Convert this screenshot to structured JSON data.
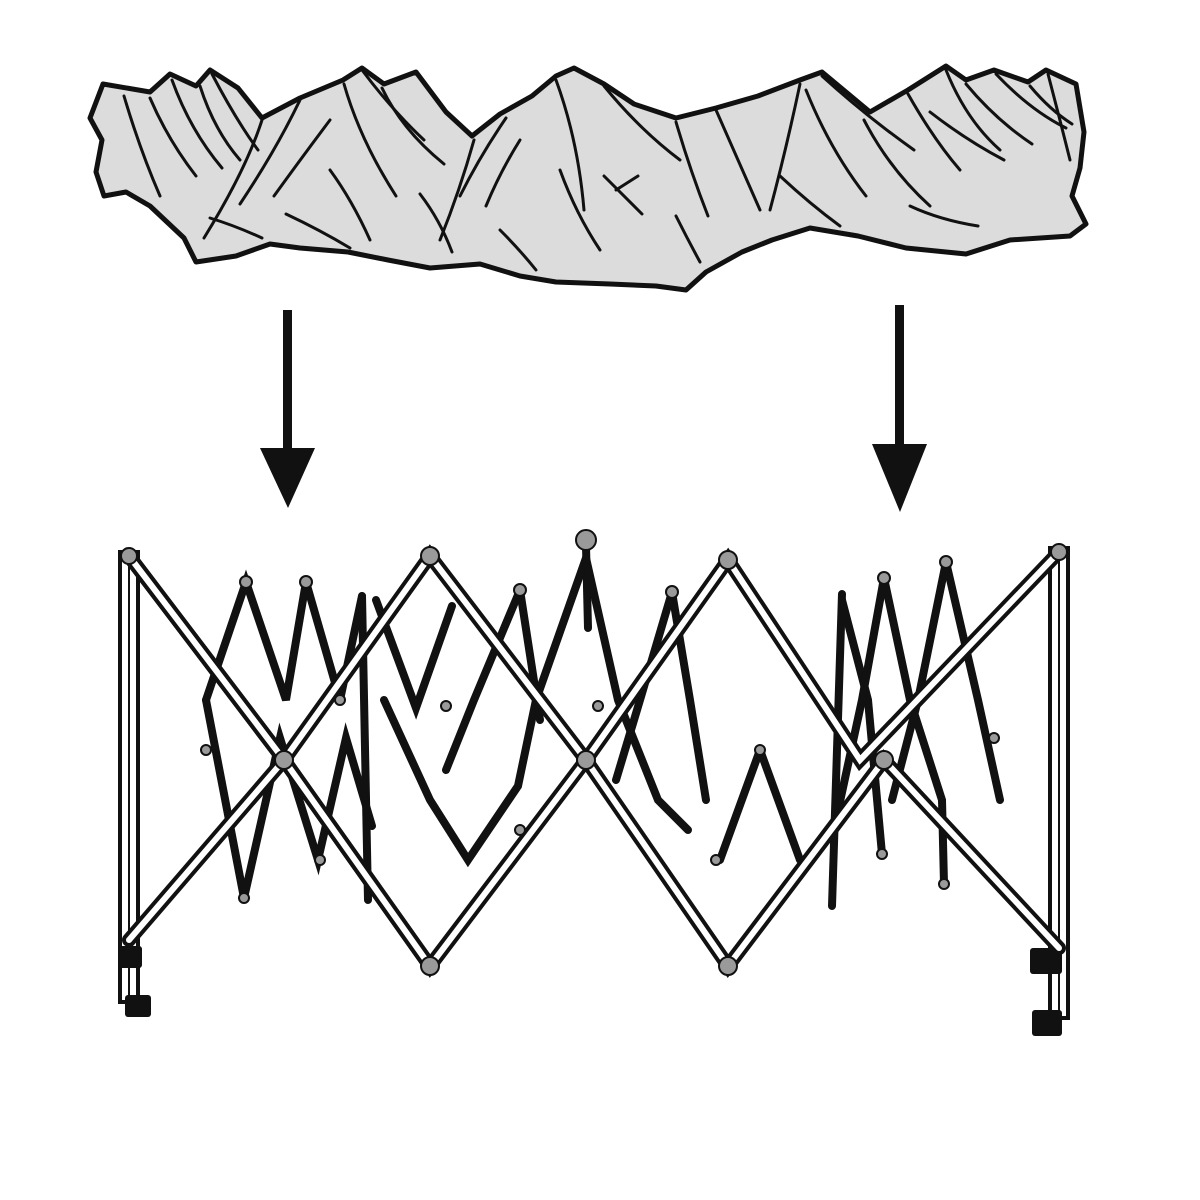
{
  "diagram": {
    "kind": "assembly-illustration",
    "parts": [
      {
        "id": "canopy",
        "icon": "folded-canopy-fabric-icon"
      },
      {
        "id": "frame",
        "icon": "scissor-truss-frame-icon"
      }
    ],
    "arrows": [
      {
        "id": "left",
        "direction": "down",
        "icon": "arrow-down-icon"
      },
      {
        "id": "right",
        "direction": "down",
        "icon": "arrow-down-icon"
      }
    ],
    "colors": {
      "background": "#ffffff",
      "fabric_fill": "#dcdcdc",
      "outline": "#111111",
      "frame_stroke": "#111111",
      "joint_fill": "#9a9a9a"
    }
  }
}
